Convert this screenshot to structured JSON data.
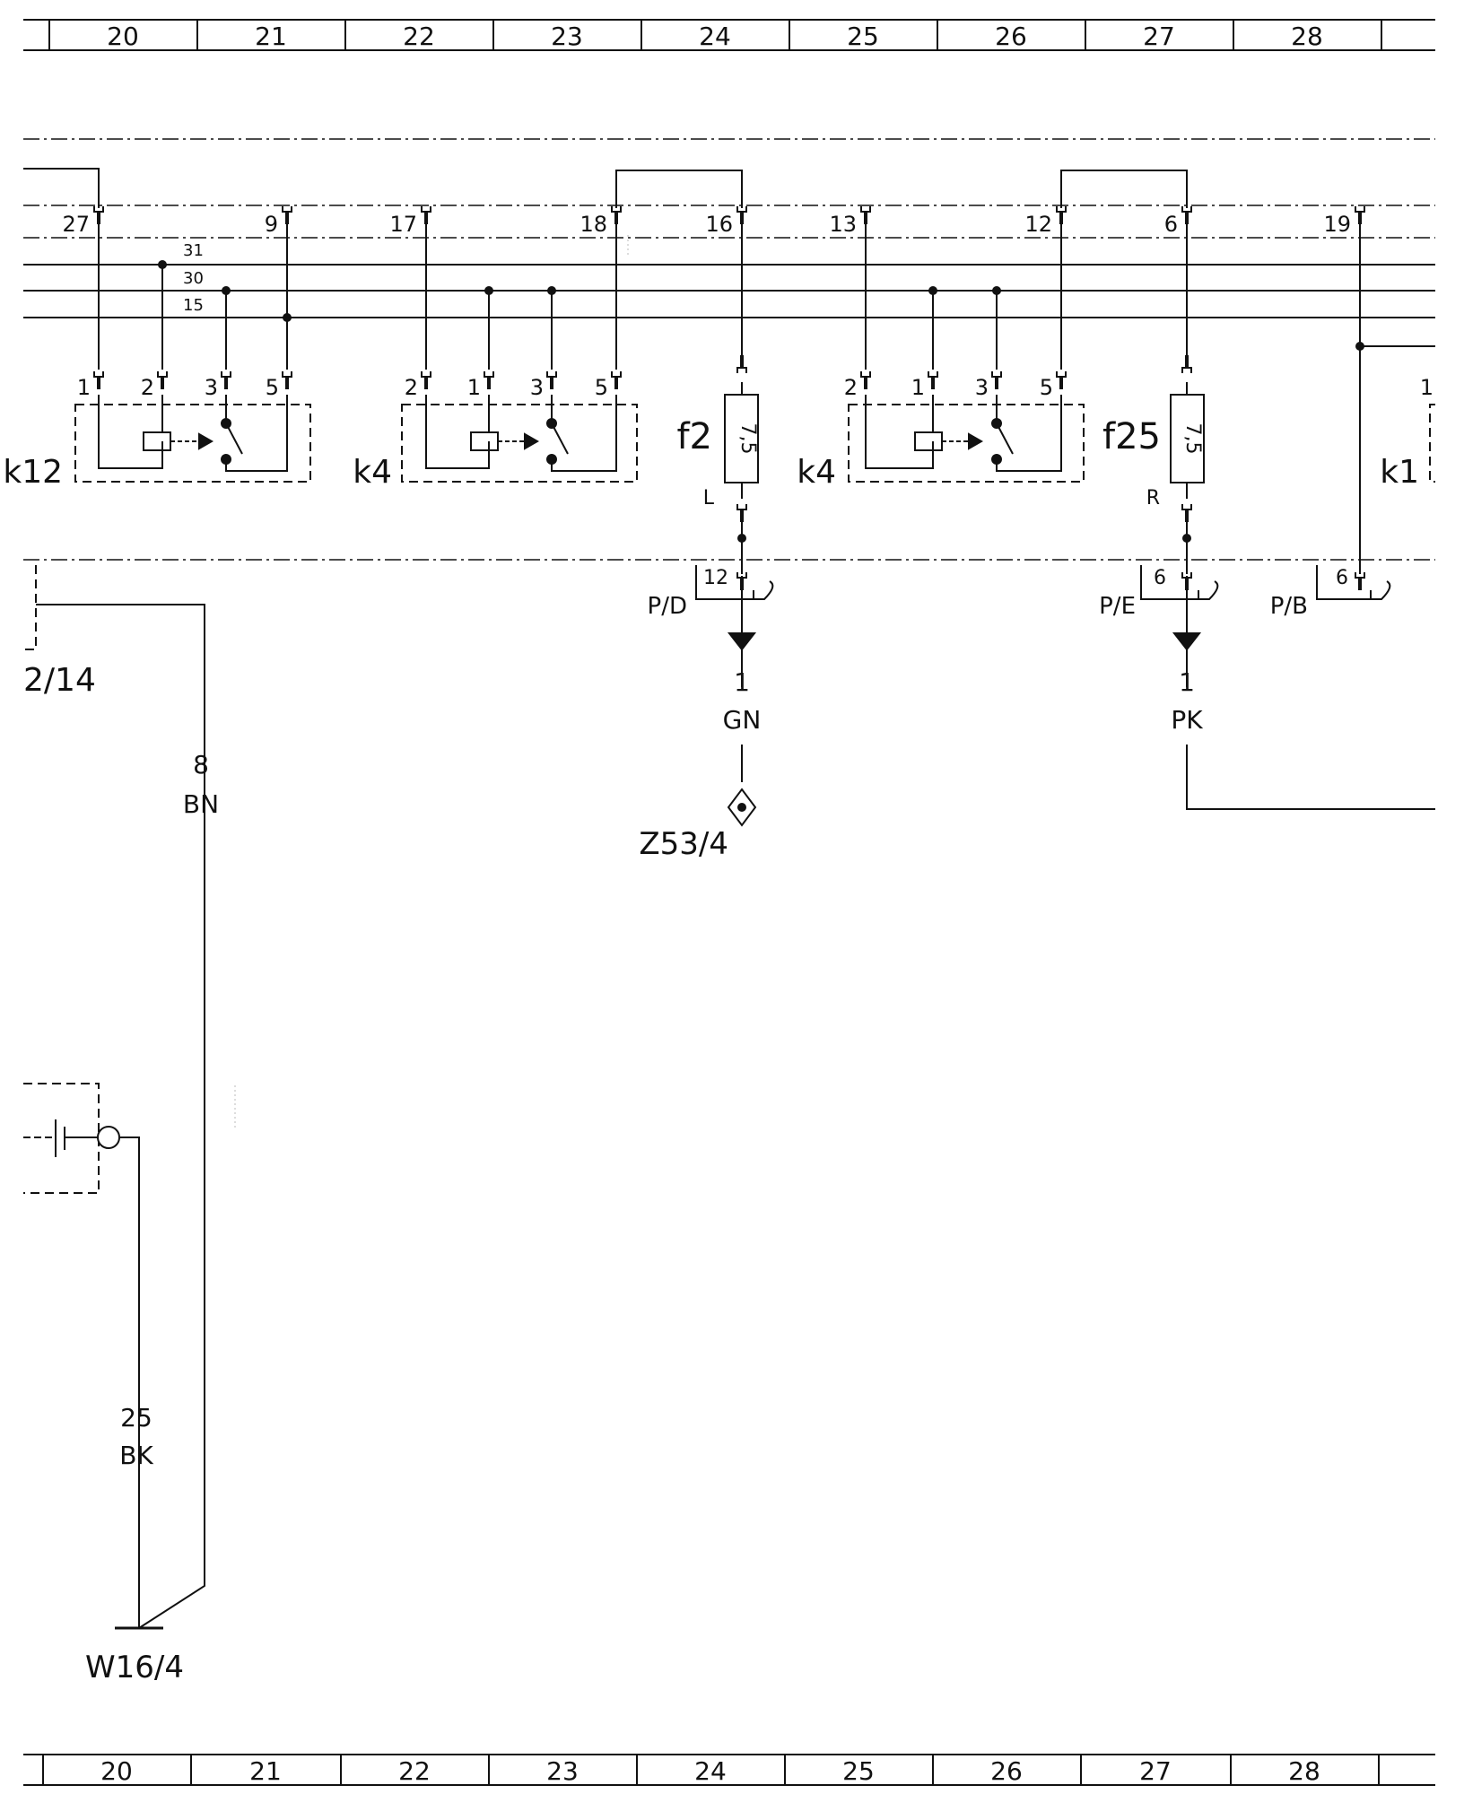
{
  "grid": {
    "top_columns": [
      "20",
      "21",
      "22",
      "23",
      "24",
      "25",
      "26",
      "27",
      "28"
    ],
    "bottom_columns": [
      "20",
      "21",
      "22",
      "23",
      "24",
      "25",
      "26",
      "27",
      "28"
    ]
  },
  "bus_labels": [
    "31",
    "30",
    "15"
  ],
  "connectors": [
    "27",
    "9",
    "17",
    "18",
    "16",
    "13",
    "12",
    "6",
    "19"
  ],
  "components": {
    "k12": {
      "label": "k12",
      "pins": [
        "1",
        "2",
        "3",
        "5"
      ]
    },
    "k4_a": {
      "label": "k4",
      "pins": [
        "2",
        "1",
        "3",
        "5"
      ]
    },
    "k4_b": {
      "label": "k4",
      "pins": [
        "2",
        "1",
        "3",
        "5"
      ]
    },
    "k1": {
      "label": "k1",
      "pins": [
        "1"
      ]
    },
    "f2": {
      "label": "f2",
      "rating": "7,5",
      "side": "L"
    },
    "f25": {
      "label": "f25",
      "rating": "7,5",
      "side": "R"
    }
  },
  "plugs": {
    "pd": {
      "label": "P/D",
      "pin": "12"
    },
    "pe": {
      "label": "P/E",
      "pin": "6"
    },
    "pb": {
      "label": "P/B",
      "pin": "6"
    }
  },
  "wires": {
    "gn": {
      "size": "1",
      "color": "GN"
    },
    "pk": {
      "size": "1",
      "color": "PK"
    },
    "bn": {
      "size": "8",
      "color": "BN"
    },
    "bk": {
      "size": "25",
      "color": "BK"
    }
  },
  "refs": {
    "left_ref": "2/14",
    "z53": "Z53/4",
    "ground": "W16/4"
  }
}
